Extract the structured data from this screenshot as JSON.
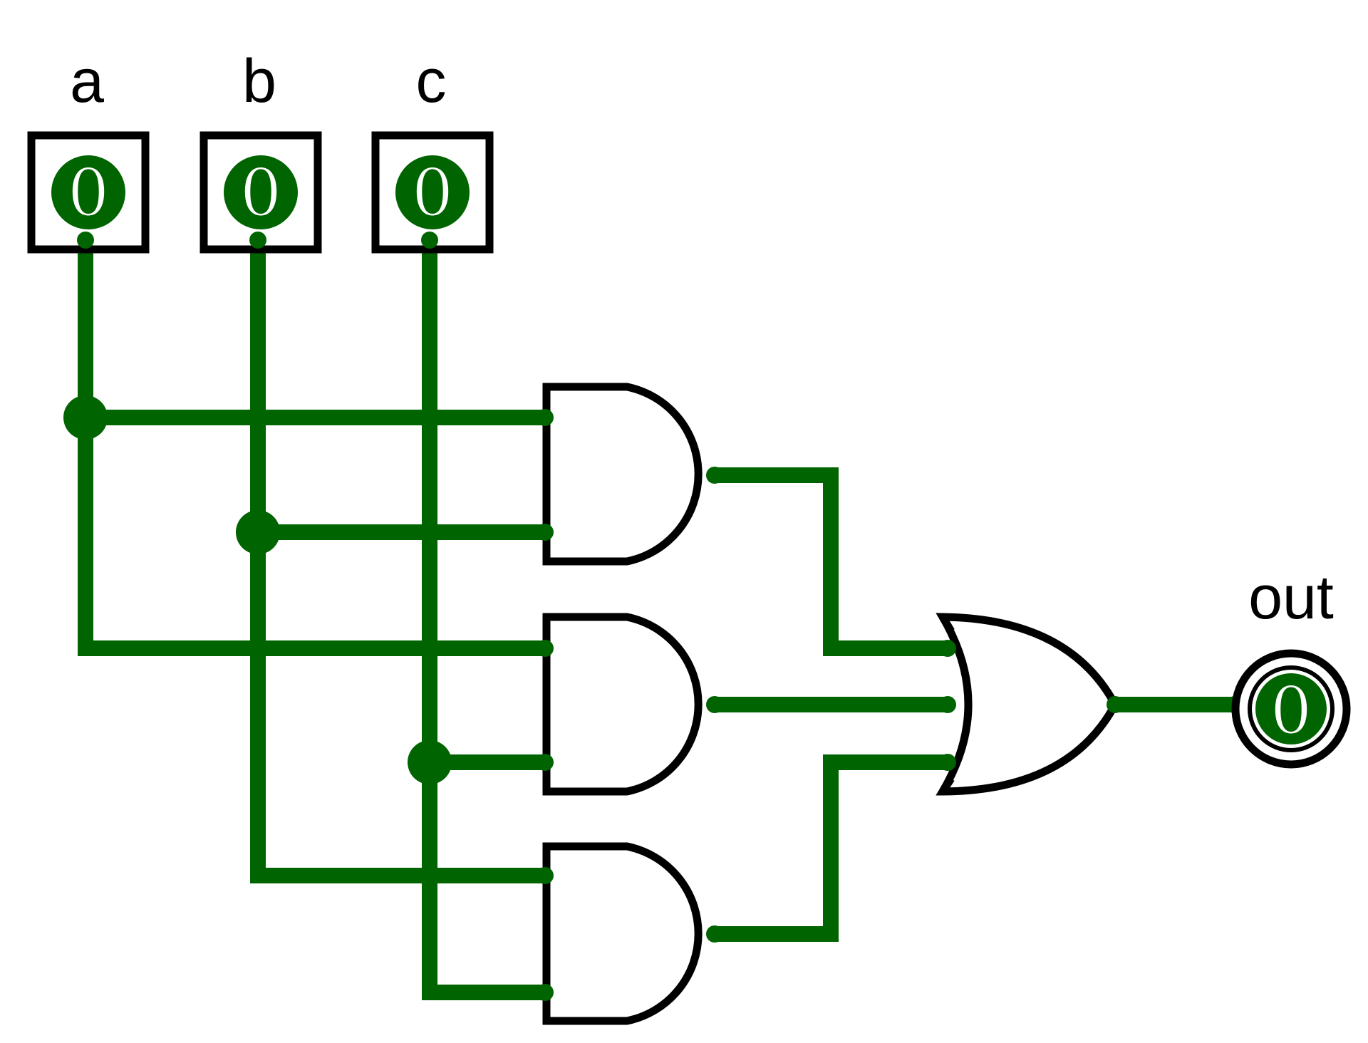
{
  "diagram": {
    "type": "logic-circuit",
    "wire_color": "#006400",
    "outline_color": "#000000",
    "inputs": [
      {
        "label": "a",
        "value": "0"
      },
      {
        "label": "b",
        "value": "0"
      },
      {
        "label": "c",
        "value": "0"
      }
    ],
    "output": {
      "label": "out",
      "value": "0"
    },
    "gates": [
      {
        "kind": "AND",
        "inputs": [
          "a",
          "b"
        ]
      },
      {
        "kind": "AND",
        "inputs": [
          "a",
          "c"
        ]
      },
      {
        "kind": "AND",
        "inputs": [
          "b",
          "c"
        ]
      },
      {
        "kind": "OR",
        "inputs": [
          "and-1",
          "and-2",
          "and-3"
        ]
      }
    ]
  }
}
